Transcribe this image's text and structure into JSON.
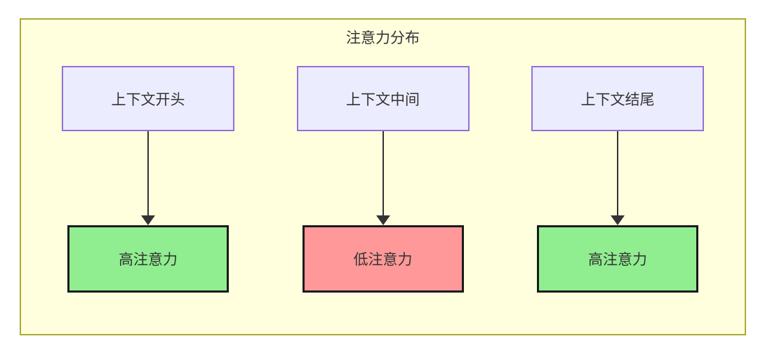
{
  "diagram": {
    "title": "注意力分布",
    "columns": [
      {
        "top_label": "上下文开头",
        "bottom_label": "高注意力",
        "attention_level": "high"
      },
      {
        "top_label": "上下文中间",
        "bottom_label": "低注意力",
        "attention_level": "low"
      },
      {
        "top_label": "上下文结尾",
        "bottom_label": "高注意力",
        "attention_level": "high"
      }
    ],
    "colors": {
      "canvas_background": "#ffffff",
      "container_fill": "#ffffde",
      "container_border": "#aaaa33",
      "top_node_fill": "#ececff",
      "top_node_border": "#9370db",
      "high_attention_fill": "#90ee90",
      "low_attention_fill": "#ff9999",
      "bottom_node_border": "#1a1a1a",
      "arrow_color": "#333333",
      "text_color": "#333333"
    }
  }
}
